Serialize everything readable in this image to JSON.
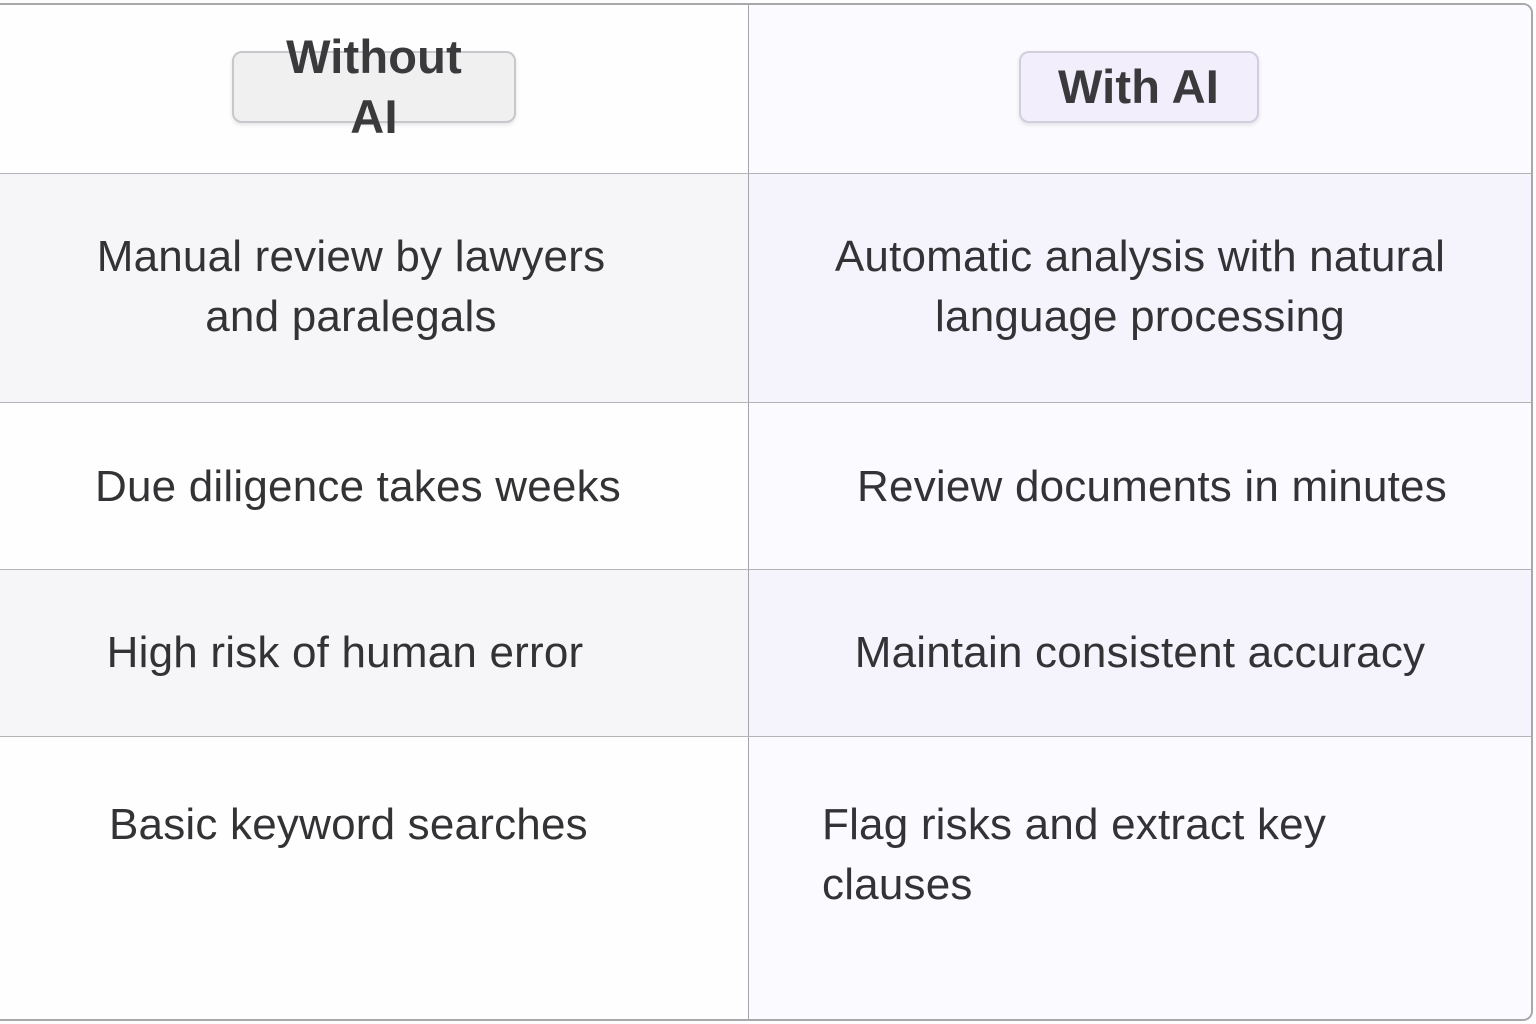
{
  "header": {
    "without_label": "Without AI",
    "with_label": "With AI"
  },
  "rows": [
    {
      "without": "Manual review by lawyers and paralegals",
      "with": "Automatic analysis with natural language processing"
    },
    {
      "without": "Due diligence takes weeks",
      "with": "Review documents in minutes"
    },
    {
      "without": "High risk of human error",
      "with": "Maintain consistent accuracy"
    },
    {
      "without": "Basic keyword searches",
      "with": "Flag risks and extract key clauses"
    }
  ],
  "colors": {
    "border": "#a8a8aa",
    "text": "#333336",
    "without_header_bg": "#f0f0f1",
    "with_header_bg": "#f2eefc",
    "shaded_row_left": "#f6f6f8",
    "shaded_row_right": "#f5f3fc"
  }
}
